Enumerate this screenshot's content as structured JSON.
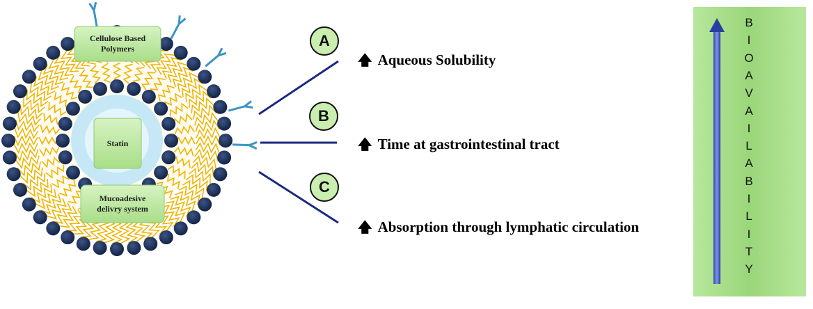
{
  "liposome": {
    "polymer_label": "Cellulose Based\nPolymers",
    "core_label": "Statin",
    "mucoadhesive_label": "Mucoadesive\ndelivry system"
  },
  "branches": [
    {
      "letter": "A",
      "effect": "Aqueous Solubility"
    },
    {
      "letter": "B",
      "effect": "Time at gastrointestinal tract"
    },
    {
      "letter": "C",
      "effect": "Absorption through lymphatic circulation"
    }
  ],
  "effect_arrow_icon": "up-arrow-icon",
  "bioavailability": {
    "letters": [
      "B",
      "I",
      "O",
      "A",
      "V",
      "A",
      "I",
      "L",
      "A",
      "B",
      "I",
      "L",
      "I",
      "T",
      "Y"
    ]
  },
  "colors": {
    "head_group": "#14284e",
    "lipid_tail": "#f0b400",
    "inner_fill": "#c6e8f6",
    "green_box": "#bfe9a6",
    "ligand": "#3b94c4",
    "line": "#1a2a80",
    "bio_panel": "#9bd67a",
    "bio_arrow": "#2c3fa0"
  }
}
